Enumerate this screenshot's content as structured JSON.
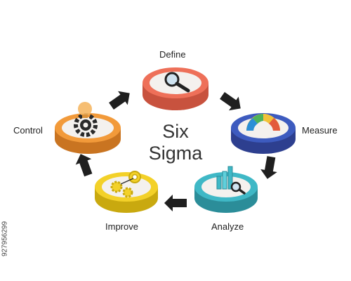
{
  "title_line1": "Six",
  "title_line2": "Sigma",
  "steps": [
    {
      "label": "Define",
      "color": "#ee7059",
      "icon": "magnifier-icon"
    },
    {
      "label": "Measure",
      "color": "#3d5bbf",
      "icon": "gauge-icon"
    },
    {
      "label": "Analyze",
      "color": "#3fb8c6",
      "icon": "bar-chart-magnifier-icon"
    },
    {
      "label": "Improve",
      "color": "#f3d129",
      "icon": "gears-target-icon"
    },
    {
      "label": "Control",
      "color": "#f29a3a",
      "icon": "gear-lightbulb-icon"
    }
  ],
  "stock_id": "927956299"
}
